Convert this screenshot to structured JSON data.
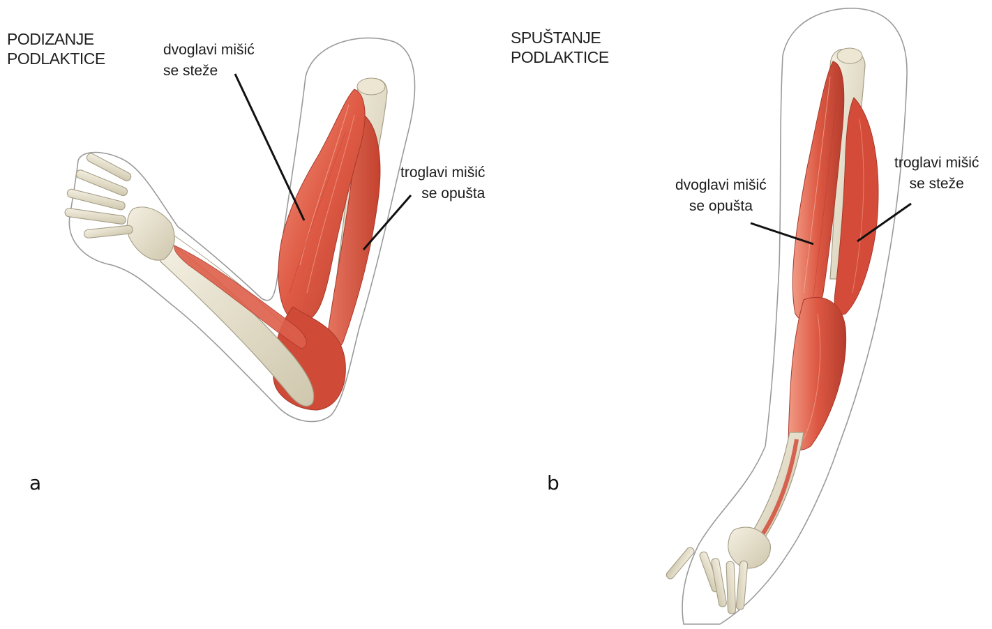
{
  "panel_a": {
    "title_line1": "PODIZANJE",
    "title_line2": "PODLAKTICE",
    "biceps_label_line1": "dvoglavi mišić",
    "biceps_label_line2": "se steže",
    "triceps_label_line1": "troglavi mišić",
    "triceps_label_line2": "se opušta",
    "letter": "a"
  },
  "panel_b": {
    "title_line1": "SPUŠTANJE",
    "title_line2": "PODLAKTICE",
    "biceps_label_line1": "dvoglavi mišić",
    "biceps_label_line2": "se opušta",
    "triceps_label_line1": "troglavi mišić",
    "triceps_label_line2": "se steže",
    "letter": "b"
  },
  "colors": {
    "muscle": "#d9533f",
    "muscle_light": "#ec8a74",
    "muscle_dark": "#b83a2a",
    "bone": "#e9e3cf",
    "bone_stroke": "#a49d86",
    "outline": "#9a9a9a",
    "pointer": "#111111"
  }
}
